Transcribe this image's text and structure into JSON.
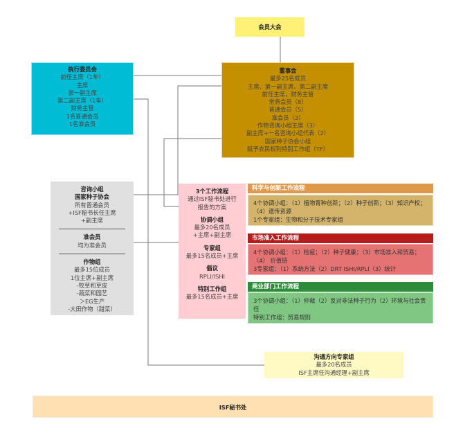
{
  "assembly": {
    "title": "会员大会"
  },
  "executive": {
    "title": "执行委员会",
    "lines": [
      "前任主席（1年）",
      "主席",
      "第一副主席",
      "第二副主席（1年）",
      "财务主管",
      "1名普通会员",
      "1名准会员"
    ]
  },
  "board": {
    "title": "董事会",
    "lines": [
      "最多25名成员",
      "主席、第一副主席、第二副主席",
      "前任主席，财务主管",
      "常务会员（8）",
      "普通会员（5）",
      "准会员（3）",
      "作物咨询小组主席（3）",
      "副主席+一名咨询小组代表（2）",
      "国家种子协会小组",
      "赋予农民权利特别工作组（TF）"
    ]
  },
  "advisory": {
    "g1": {
      "title1": "咨询小组",
      "title2": "国家种子协会",
      "lines": [
        "所有普通会员",
        "+ISF秘书长任主席",
        "+副主席"
      ]
    },
    "g2": {
      "title": "准会员",
      "lines": [
        "均为准会员"
      ]
    },
    "g3": {
      "title": "作物组",
      "lines": [
        "最多15位成员",
        "1位主席+副主席",
        "-牧草和草皮",
        "-蔬菜和园艺",
        "＞EG生产",
        "-大田作物（甜菜）"
      ]
    }
  },
  "structures": {
    "s1": {
      "title": "3个工作流程",
      "lines": [
        "通过ISF秘书处进行",
        "报告的方案"
      ]
    },
    "s2": {
      "title": "协调小组",
      "lines": [
        "最多20名成员",
        "+主席+副主席"
      ]
    },
    "s3": {
      "title": "专家组",
      "lines": [
        "最多15名成员+主席"
      ]
    },
    "s4": {
      "title": "倡议",
      "lines": [
        "RPLI/ISHI"
      ]
    },
    "s5": {
      "title": "特别工作组",
      "lines": [
        "最多15名成员+主席"
      ]
    }
  },
  "workflows": [
    {
      "title": "科学与创新工作流程",
      "lines": [
        "4个协调小组：（1）植物育种创新；（2）种子创新；（3）知识产权；（4）遗传资源",
        "1个专家组：生物和分子技术专家组"
      ]
    },
    {
      "title": "市场准入工作流程",
      "lines": [
        "4个协调小组：（1）检疫；（2）种子健康；（3）市场准入和贸易；（4） 价值链",
        "3专家组：（1）系统方法（2）DRT  ISHI/RPLI（3）统计"
      ]
    },
    {
      "title": "商业部门工作流程",
      "lines": [
        "3个协调小组：（1）仲裁（2）反对非法种子行为（2）环境与社会责任",
        "特别工作组：贸易规则"
      ]
    }
  ],
  "communication": {
    "title": "沟通方向专家组",
    "lines": [
      "最多20名成员",
      "ISF主席任沟通经理+副主席"
    ]
  },
  "secretariat": {
    "title": "ISF秘书处"
  },
  "colors": {
    "assembly": "#fff176",
    "executive": "#00bcd4",
    "board": "#c49000",
    "advisory": "#e0e0e0",
    "structures": "#ffcdd2",
    "wf1_header": "#e0994a",
    "wf1_body": "#d4b46a",
    "wf2_header": "#b71c1c",
    "wf2_body": "#e57373",
    "wf3_header": "#2e8b3a",
    "wf3_body": "#81c784",
    "communication": "#fff9c4",
    "secretariat": "#ffe0b2"
  }
}
